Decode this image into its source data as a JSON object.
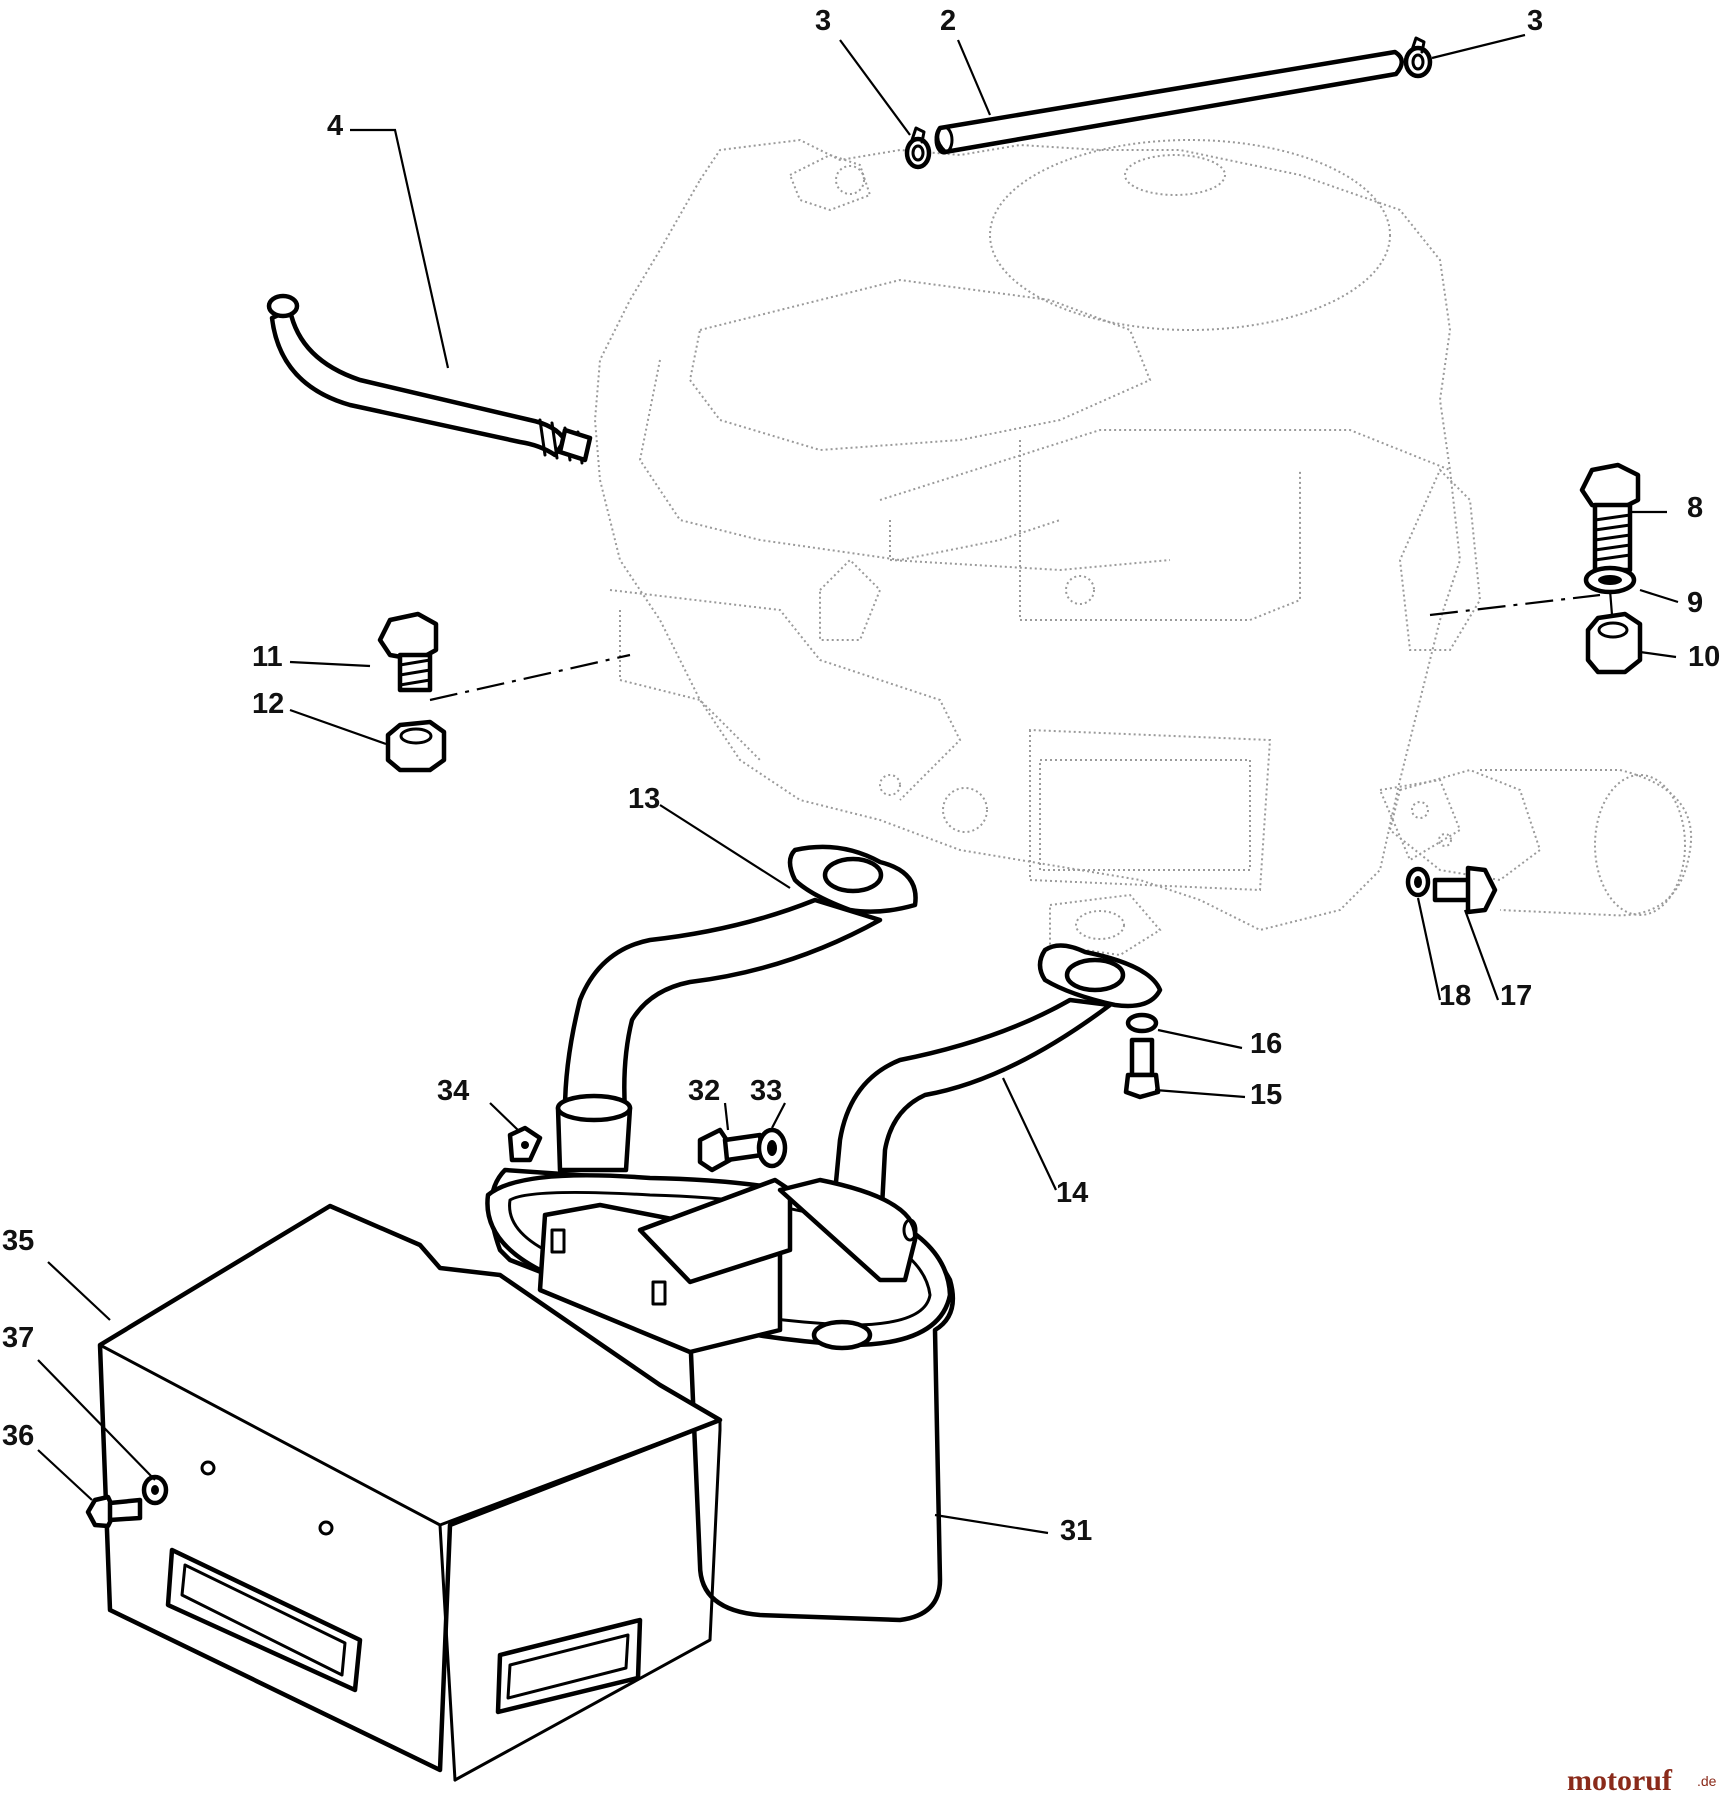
{
  "callouts": {
    "c2": "2",
    "c3a": "3",
    "c3b": "3",
    "c4": "4",
    "c8": "8",
    "c9": "9",
    "c10": "10",
    "c11": "11",
    "c12": "12",
    "c13": "13",
    "c14": "14",
    "c15": "15",
    "c16": "16",
    "c17": "17",
    "c18": "18",
    "c31": "31",
    "c32": "32",
    "c33": "33",
    "c34": "34",
    "c35": "35",
    "c36": "36",
    "c37": "37"
  },
  "watermark": {
    "name": "motoruf",
    "suffix": ".de"
  }
}
